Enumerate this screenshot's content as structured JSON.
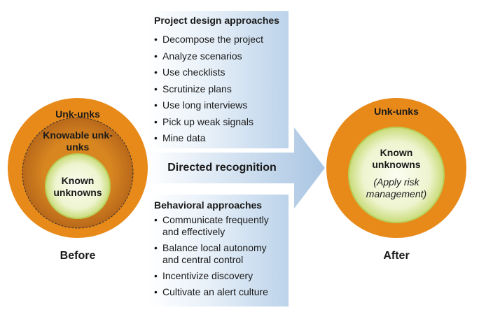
{
  "before": {
    "outer_label": "Unk-unks",
    "middle_label": "Knowable unk-unks",
    "inner_label": "Known unknowns",
    "caption": "Before"
  },
  "after": {
    "outer_label": "Unk-unks",
    "inner_label": "Known unknowns",
    "inner_note": "(Apply risk management)",
    "caption": "After"
  },
  "arrow_label": "Directed recognition",
  "project_design": {
    "title": "Project design approaches",
    "items": [
      "Decompose the project",
      "Analyze scenarios",
      "Use checklists",
      "Scrutinize plans",
      "Use long interviews",
      "Pick up weak signals",
      "Mine data"
    ]
  },
  "behavioral": {
    "title": "Behavioral approaches",
    "items": [
      "Communicate frequently and effectively",
      "Balance local autonomy and central control",
      "Incentivize discovery",
      "Cultivate an alert culture"
    ]
  },
  "colors": {
    "orange": "#e88a1a",
    "dark_orange": "#c9721b",
    "green_light": "#f2f6da",
    "green_edge": "#b8cf5a",
    "arrow_blue": "#c9dced"
  }
}
